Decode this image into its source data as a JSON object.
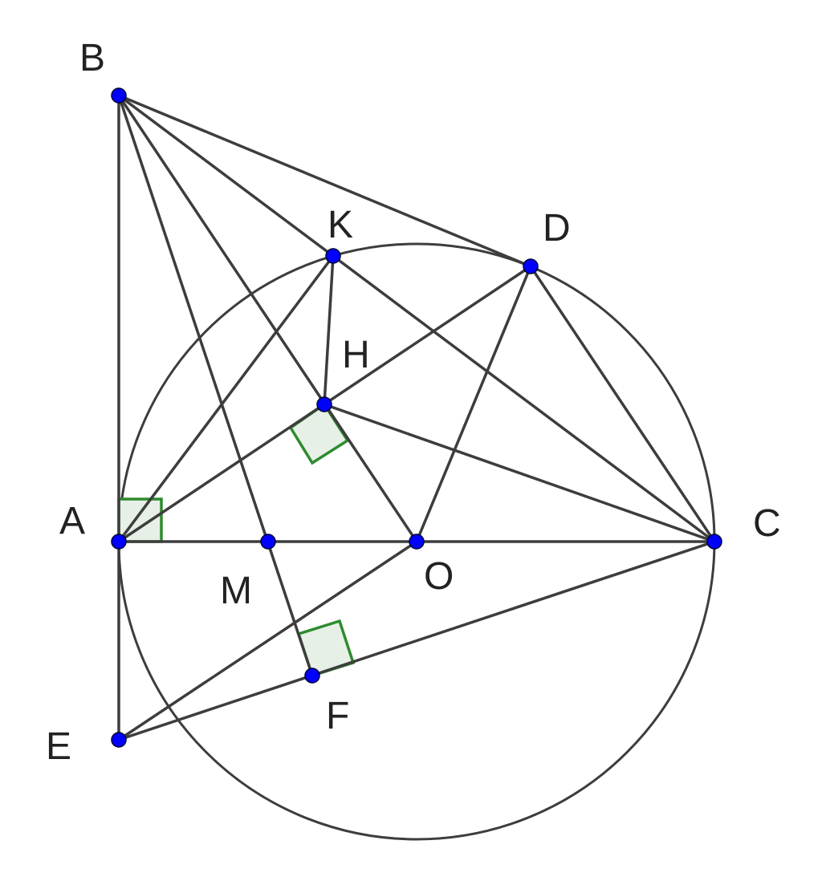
{
  "labels": {
    "A": "A",
    "B": "B",
    "C": "C",
    "D": "D",
    "E": "E",
    "F": "F",
    "H": "H",
    "K": "K",
    "M": "M",
    "O": "O"
  },
  "colors": {
    "line": "#3d3d3d",
    "point": "#0000ff",
    "right_angle_stroke": "#2e8b2e",
    "right_angle_fill": "#e6f0e6",
    "label": "#222222"
  }
}
